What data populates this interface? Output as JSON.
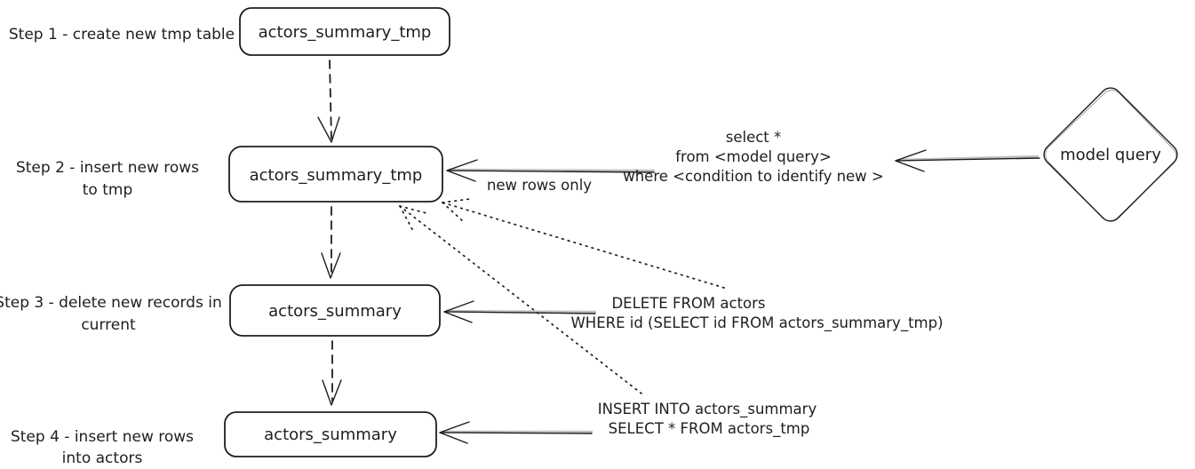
{
  "steps": [
    {
      "label_lines": [
        "Step 1 - create new tmp table",
        ""
      ],
      "node": "actors_summary_tmp",
      "node_color": "blue"
    },
    {
      "label_lines": [
        "Step 2 - insert new rows",
        "to tmp"
      ],
      "node": "actors_summary_tmp",
      "node_color": "blue"
    },
    {
      "label_lines": [
        "Step 3 - delete new records in",
        "current"
      ],
      "node": "actors_summary",
      "node_color": "red"
    },
    {
      "label_lines": [
        "Step 4 - insert new rows",
        "into actors"
      ],
      "node": "actors_summary",
      "node_color": "red"
    }
  ],
  "model_query_node": {
    "label": "model query"
  },
  "annotations": {
    "query_sql_lines": [
      "select *",
      "from <model query>",
      "where <condition to identify new >"
    ],
    "new_rows_label": "new rows only",
    "delete_sql_lines": [
      "DELETE FROM actors",
      "WHERE id (SELECT id FROM actors_summary_tmp)"
    ],
    "insert_sql_lines": [
      "INSERT INTO actors_summary",
      "SELECT * FROM actors_tmp"
    ]
  },
  "colors": {
    "blue_hatch": "#a5d3f1",
    "red_hatch": "#f2a6a6",
    "stroke": "#1e1e1e",
    "background": "#ffffff"
  }
}
